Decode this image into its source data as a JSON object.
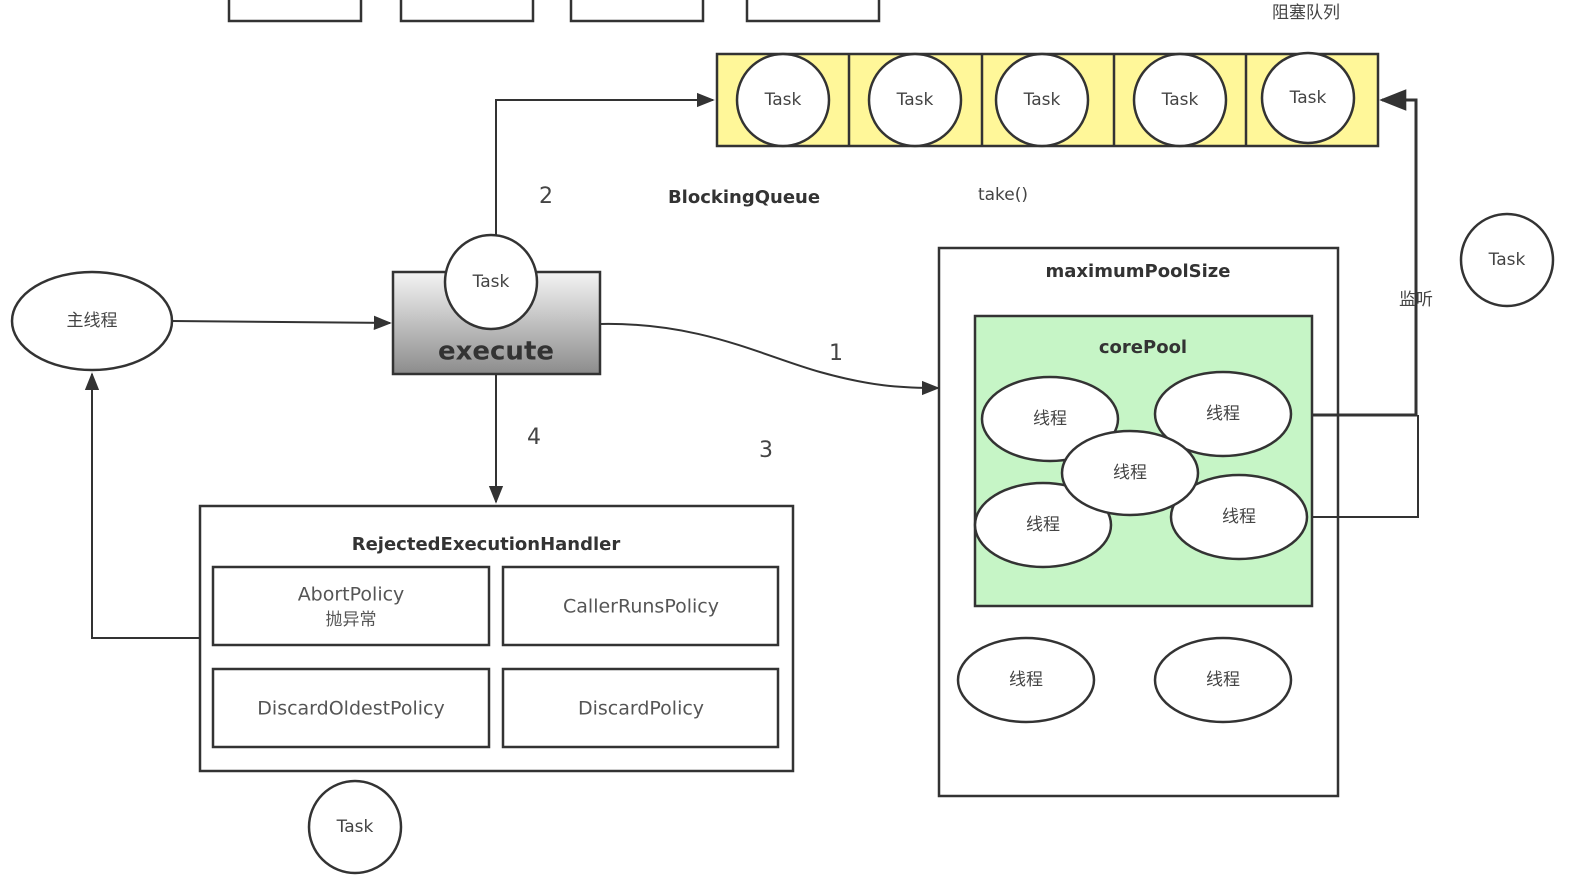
{
  "colors": {
    "queue_fill": "#fff799",
    "core_pool_fill": "#c6f5c6",
    "stroke": "#333333"
  },
  "labels": {
    "blocking_queue_cn": "阻塞队列",
    "blocking_queue": "BlockingQueue",
    "take": "take()",
    "listen": "监听",
    "execute": "execute",
    "main_thread": "主线程",
    "step_1": "1",
    "step_2": "2",
    "step_3": "3",
    "step_4": "4"
  },
  "queue": {
    "tasks": [
      "Task",
      "Task",
      "Task",
      "Task",
      "Task"
    ]
  },
  "task_label": "Task",
  "pool": {
    "title": "maximumPoolSize",
    "core_title": "corePool",
    "core_threads": [
      "线程",
      "线程",
      "线程",
      "线程",
      "线程"
    ],
    "extra_threads": [
      "线程",
      "线程"
    ]
  },
  "rejected": {
    "title": "RejectedExecutionHandler",
    "policies": [
      {
        "name": "AbortPolicy",
        "note": "抛异常"
      },
      {
        "name": "CallerRunsPolicy"
      },
      {
        "name": "DiscardOldestPolicy"
      },
      {
        "name": "DiscardPolicy"
      }
    ]
  }
}
